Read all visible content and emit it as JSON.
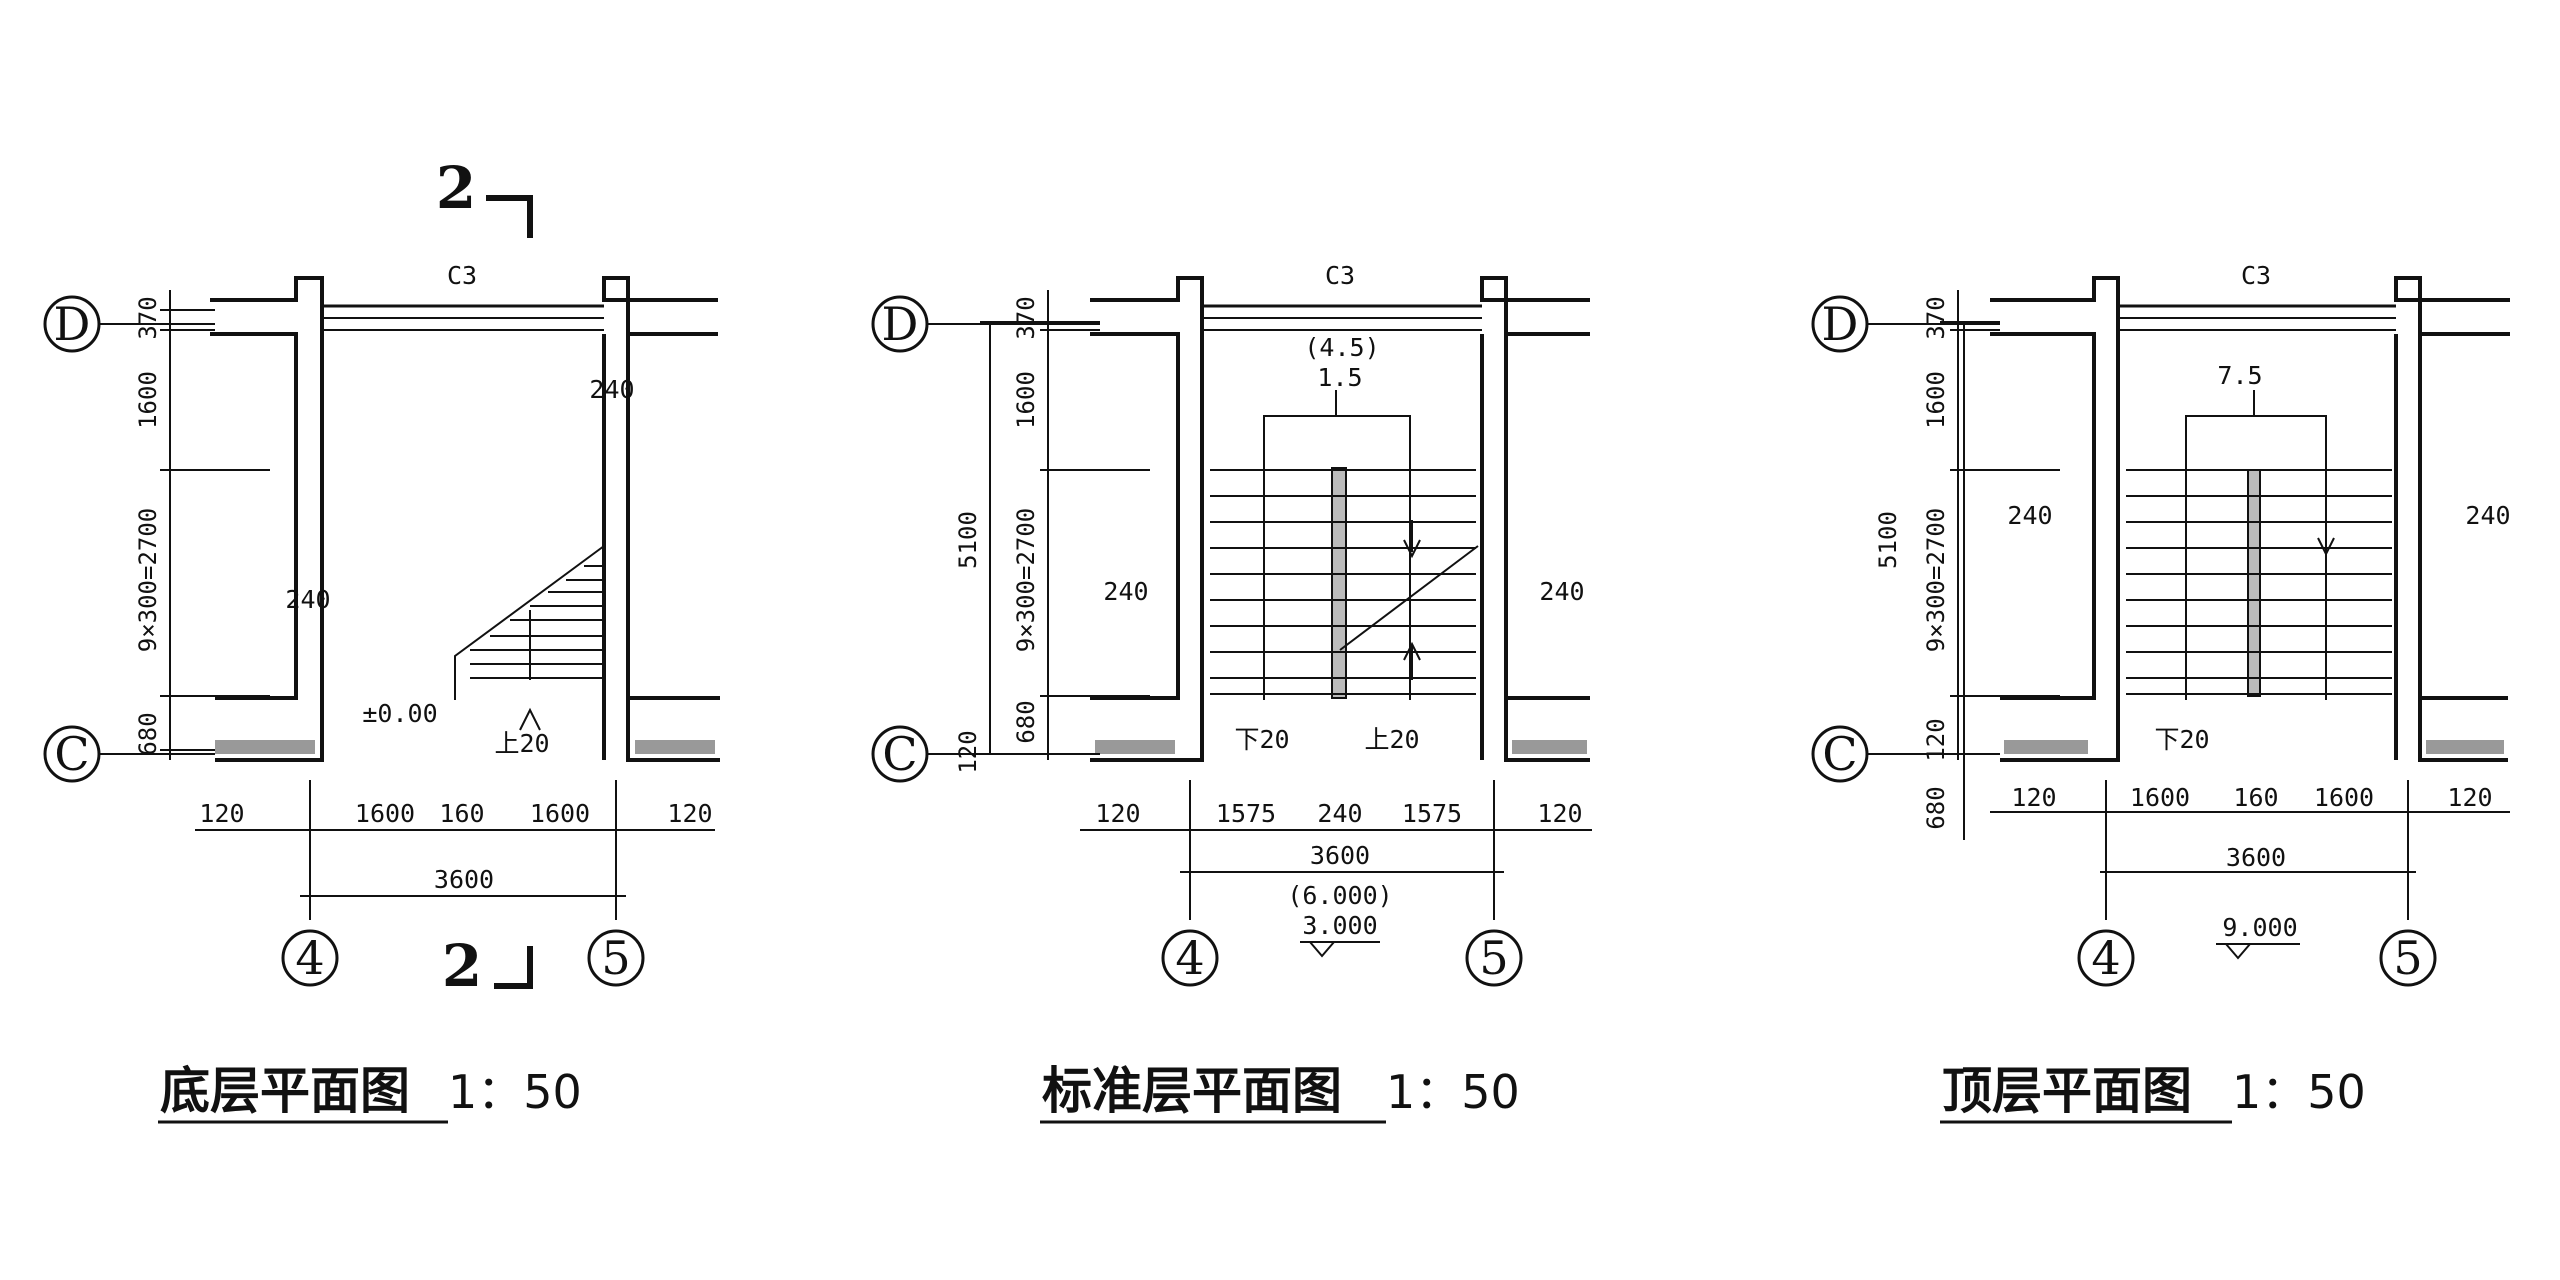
{
  "plans": [
    {
      "id": "ground",
      "title": "底层平面图",
      "scale": "1：50",
      "window": "C3",
      "axes": {
        "top_row": "D",
        "bottom_row": "C",
        "left_col": "4",
        "right_col": "5"
      },
      "section_mark": "2",
      "vertical_dims": [
        "370",
        "1600",
        "9×300=2700",
        "680"
      ],
      "horizontal_dims": [
        "120",
        "1600",
        "160",
        "1600",
        "120"
      ],
      "total_width": "3600",
      "wall_labels": [
        "240",
        "240"
      ],
      "elevations": [
        "±0.00"
      ],
      "stair_notes": [
        "上20"
      ]
    },
    {
      "id": "standard",
      "title": "标准层平面图",
      "scale": "1：50",
      "window": "C3",
      "axes": {
        "top_row": "D",
        "bottom_row": "C",
        "left_col": "4",
        "right_col": "5"
      },
      "vertical_dims": [
        "370",
        "1600",
        "9×300=2700",
        "680",
        "120"
      ],
      "total_height": "5100",
      "horizontal_dims": [
        "120",
        "1575",
        "240",
        "1575",
        "120"
      ],
      "total_width": "3600",
      "wall_labels": [
        "240",
        "240"
      ],
      "landing_elevations": [
        "(4.5)",
        "1.5"
      ],
      "elevations": [
        "(6.000)",
        "3.000"
      ],
      "stair_notes": [
        "下20",
        "上20"
      ]
    },
    {
      "id": "top",
      "title": "顶层平面图",
      "scale": "1：50",
      "window": "C3",
      "axes": {
        "top_row": "D",
        "bottom_row": "C",
        "left_col": "4",
        "right_col": "5"
      },
      "vertical_dims": [
        "370",
        "1600",
        "9×300=2700",
        "120",
        "680"
      ],
      "total_height": "5100",
      "horizontal_dims": [
        "120",
        "1600",
        "160",
        "1600",
        "120"
      ],
      "total_width": "3600",
      "wall_labels": [
        "240",
        "240"
      ],
      "landing_elevations": [
        "7.5"
      ],
      "elevations": [
        "9.000"
      ],
      "stair_notes": [
        "下20"
      ]
    }
  ]
}
